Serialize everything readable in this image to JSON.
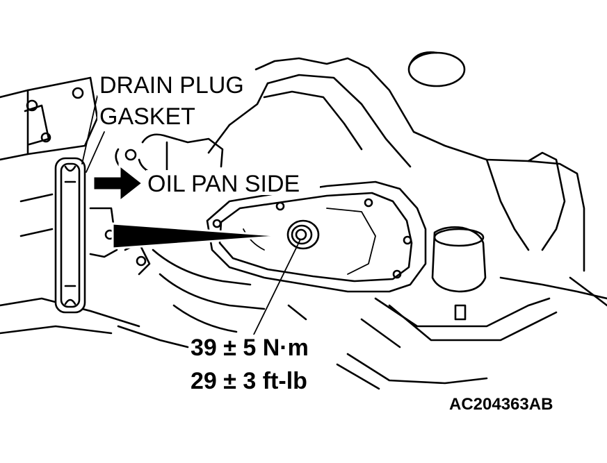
{
  "labels": {
    "drain_plug": "DRAIN PLUG",
    "gasket": "GASKET",
    "oil_pan_side": "OIL PAN SIDE",
    "torque_nm": "39 ± 5 N·m",
    "torque_ftlb": "29 ± 3 ft-lb",
    "figure_id": "AC204363AB"
  }
}
